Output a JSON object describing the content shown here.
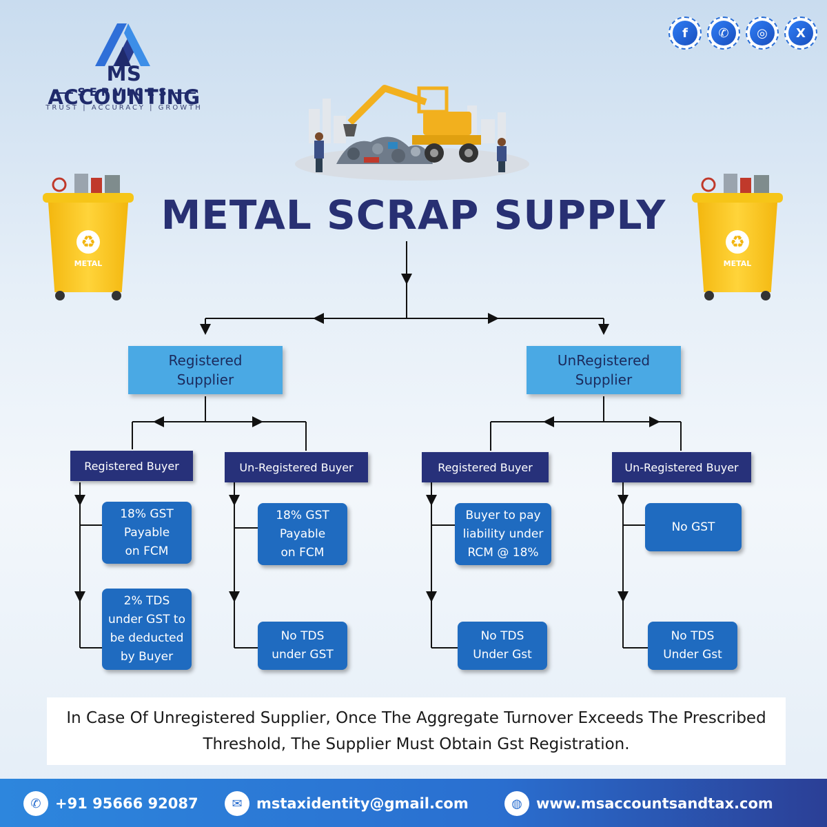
{
  "brand": {
    "name": "MS ACCOUNTING",
    "sub": "SERVICES",
    "tagline": "TRUST | ACCURACY | GROWTH"
  },
  "social": [
    {
      "icon": "facebook-icon",
      "glyph": "f"
    },
    {
      "icon": "whatsapp-icon",
      "glyph": "✆"
    },
    {
      "icon": "instagram-icon",
      "glyph": "◎"
    },
    {
      "icon": "x-twitter-icon",
      "glyph": "X"
    }
  ],
  "title": "METAL SCRAP SUPPLY",
  "bins": {
    "label": "METAL"
  },
  "suppliers": {
    "registered": "Registered\nSupplier",
    "unregistered": "UnRegistered\nSupplier"
  },
  "buyers": {
    "rs_registered": "Registered Buyer",
    "rs_unregistered": "Un-Registered Buyer",
    "us_registered": "Registered Buyer",
    "us_unregistered": "Un-Registered Buyer"
  },
  "outcomes": {
    "rs_rb_1": "18% GST\nPayable\non FCM",
    "rs_rb_2": "2% TDS\nunder GST to\nbe deducted\nby Buyer",
    "rs_ub_1": "18% GST\nPayable\non FCM",
    "rs_ub_2": "No TDS\nunder GST",
    "us_rb_1": "Buyer to pay\nliability under\nRCM @ 18%",
    "us_rb_2": "No TDS\nUnder Gst",
    "us_ub_1": "No GST",
    "us_ub_2": "No TDS\nUnder Gst"
  },
  "note": "In Case Of Unregistered Supplier, Once The Aggregate Turnover Exceeds The Prescribed Threshold, The Supplier Must Obtain Gst Registration.",
  "footer": {
    "phone": "+91 95666 92087",
    "email": "mstaxidentity@gmail.com",
    "website": "www.msaccountsandtax.com"
  },
  "colors": {
    "navy": "#27317a",
    "supplier": "#4aa9e4",
    "outcome": "#1f6bc0",
    "footer": "#2a6fd0",
    "bin": "#f6c518"
  }
}
